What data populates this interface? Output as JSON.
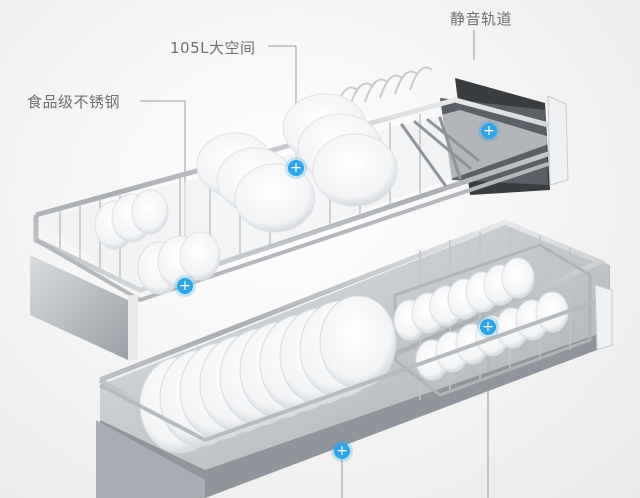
{
  "callouts": {
    "material": "食品级不锈钢",
    "capacity": "105L大空间",
    "rail": "静音轨道"
  },
  "hotspot_icon": "+",
  "colors": {
    "hotspot": "#2fa4e7",
    "label": "#6f6f6f",
    "steel": "#b8bcc0",
    "dish": "#ffffff"
  }
}
